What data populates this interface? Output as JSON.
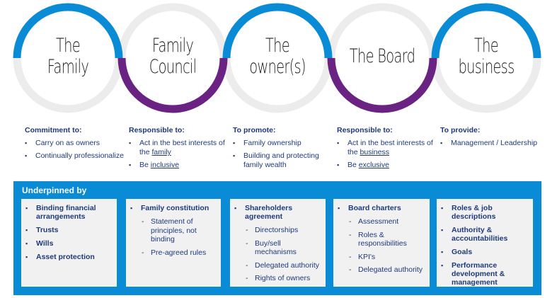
{
  "colors": {
    "blue": "#0a8bd5",
    "purple": "#6a2383",
    "grey": "#ececec",
    "text": "#1f3a7a"
  },
  "circles": [
    {
      "title_lines": [
        "The",
        "Family"
      ],
      "top": "blue",
      "bottom": "grey"
    },
    {
      "title_lines": [
        "Family",
        "Council"
      ],
      "top": "grey",
      "bottom": "purple"
    },
    {
      "title_lines": [
        "The",
        "owner(s)"
      ],
      "top": "blue",
      "bottom": "grey"
    },
    {
      "title_lines": [
        "The Board"
      ],
      "top": "grey",
      "bottom": "purple"
    },
    {
      "title_lines": [
        "The",
        "business"
      ],
      "top": "blue",
      "bottom": "grey"
    }
  ],
  "columns": [
    {
      "heading": "Commitment to:",
      "items": [
        [
          "Carry on as owners"
        ],
        [
          "Continually professionalize"
        ]
      ]
    },
    {
      "heading": "Responsible to:",
      "items": [
        [
          "Act in the best interests of the ",
          "family"
        ],
        [
          "Be ",
          "inclusive"
        ]
      ]
    },
    {
      "heading": "To promote:",
      "items": [
        [
          "Family ownership"
        ],
        [
          "Building and protecting family wealth"
        ]
      ]
    },
    {
      "heading": "Responsible to:",
      "items": [
        [
          "Act in the best interests of the ",
          "business"
        ],
        [
          "Be ",
          "exclusive"
        ]
      ]
    },
    {
      "heading": "To provide:",
      "items": [
        [
          "Management / Leadership"
        ]
      ]
    }
  ],
  "underpinned": {
    "title": "Underpinned by",
    "boxes": [
      {
        "items": [
          {
            "t": "Binding financial arrangements"
          },
          {
            "t": "Trusts"
          },
          {
            "t": "Wills"
          },
          {
            "t": "Asset protection"
          }
        ]
      },
      {
        "items": [
          {
            "t": "Family constitution",
            "sub": [
              "Statement of principles, not binding",
              "Pre-agreed rules"
            ]
          }
        ]
      },
      {
        "items": [
          {
            "t": "Shareholders agreement",
            "sub": [
              "Directorships",
              "Buy/sell mechanisms",
              "Delegated authority",
              "Rights of owners"
            ]
          }
        ]
      },
      {
        "items": [
          {
            "t": "Board charters",
            "sub": [
              "Assessment",
              "Roles & responsibilities",
              "KPI's",
              "Delegated authority"
            ]
          }
        ]
      },
      {
        "items": [
          {
            "t": "Roles & job descriptions"
          },
          {
            "t": "Authority & accountabilities"
          },
          {
            "t": "Goals"
          },
          {
            "t": "Performance development & management"
          }
        ]
      }
    ]
  }
}
